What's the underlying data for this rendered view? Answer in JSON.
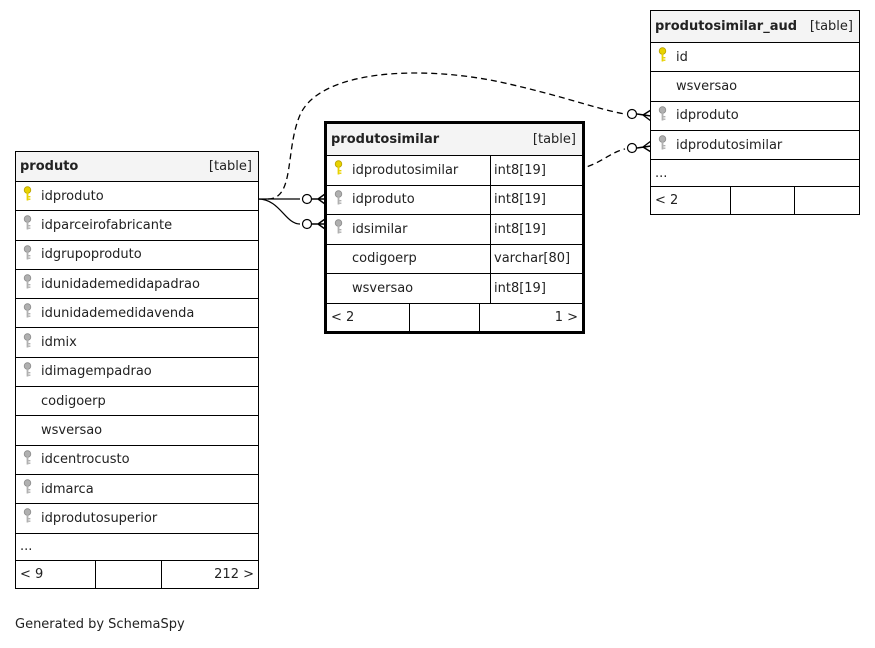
{
  "tables": {
    "produto": {
      "name": "produto",
      "kind": "[table]",
      "columns": [
        {
          "name": "idproduto",
          "key": "primary"
        },
        {
          "name": "idparceirofabricante",
          "key": "foreign"
        },
        {
          "name": "idgrupoproduto",
          "key": "foreign"
        },
        {
          "name": "idunidademedidapadrao",
          "key": "foreign"
        },
        {
          "name": "idunidademedidavenda",
          "key": "foreign"
        },
        {
          "name": "idmix",
          "key": "foreign"
        },
        {
          "name": "idimagempadrao",
          "key": "foreign"
        },
        {
          "name": "codigoerp",
          "key": "none"
        },
        {
          "name": "wsversao",
          "key": "none"
        },
        {
          "name": "idcentrocusto",
          "key": "foreign"
        },
        {
          "name": "idmarca",
          "key": "foreign"
        },
        {
          "name": "idprodutosuperior",
          "key": "foreign"
        }
      ],
      "ellipsis": "...",
      "footer_left": "< 9",
      "footer_right": "212 >"
    },
    "produtosimilar": {
      "name": "produtosimilar",
      "kind": "[table]",
      "columns": [
        {
          "name": "idprodutosimilar",
          "key": "primary",
          "type": "int8[19]"
        },
        {
          "name": "idproduto",
          "key": "foreign",
          "type": "int8[19]"
        },
        {
          "name": "idsimilar",
          "key": "foreign",
          "type": "int8[19]"
        },
        {
          "name": "codigoerp",
          "key": "none",
          "type": "varchar[80]"
        },
        {
          "name": "wsversao",
          "key": "none",
          "type": "int8[19]"
        }
      ],
      "footer_left": "< 2",
      "footer_right": "1 >"
    },
    "produtosimilar_aud": {
      "name": "produtosimilar_aud",
      "kind": "[table]",
      "columns": [
        {
          "name": "id",
          "key": "primary"
        },
        {
          "name": "wsversao",
          "key": "none"
        },
        {
          "name": "idproduto",
          "key": "foreign"
        },
        {
          "name": "idprodutosimilar",
          "key": "foreign"
        }
      ],
      "ellipsis": "...",
      "footer_left": "< 2",
      "footer_right": ""
    }
  },
  "colors": {
    "primary_key": "#e8d200",
    "foreign_key": "#b0b0b0",
    "header_bg": "#f4f4f4"
  },
  "footer": "Generated by SchemaSpy"
}
